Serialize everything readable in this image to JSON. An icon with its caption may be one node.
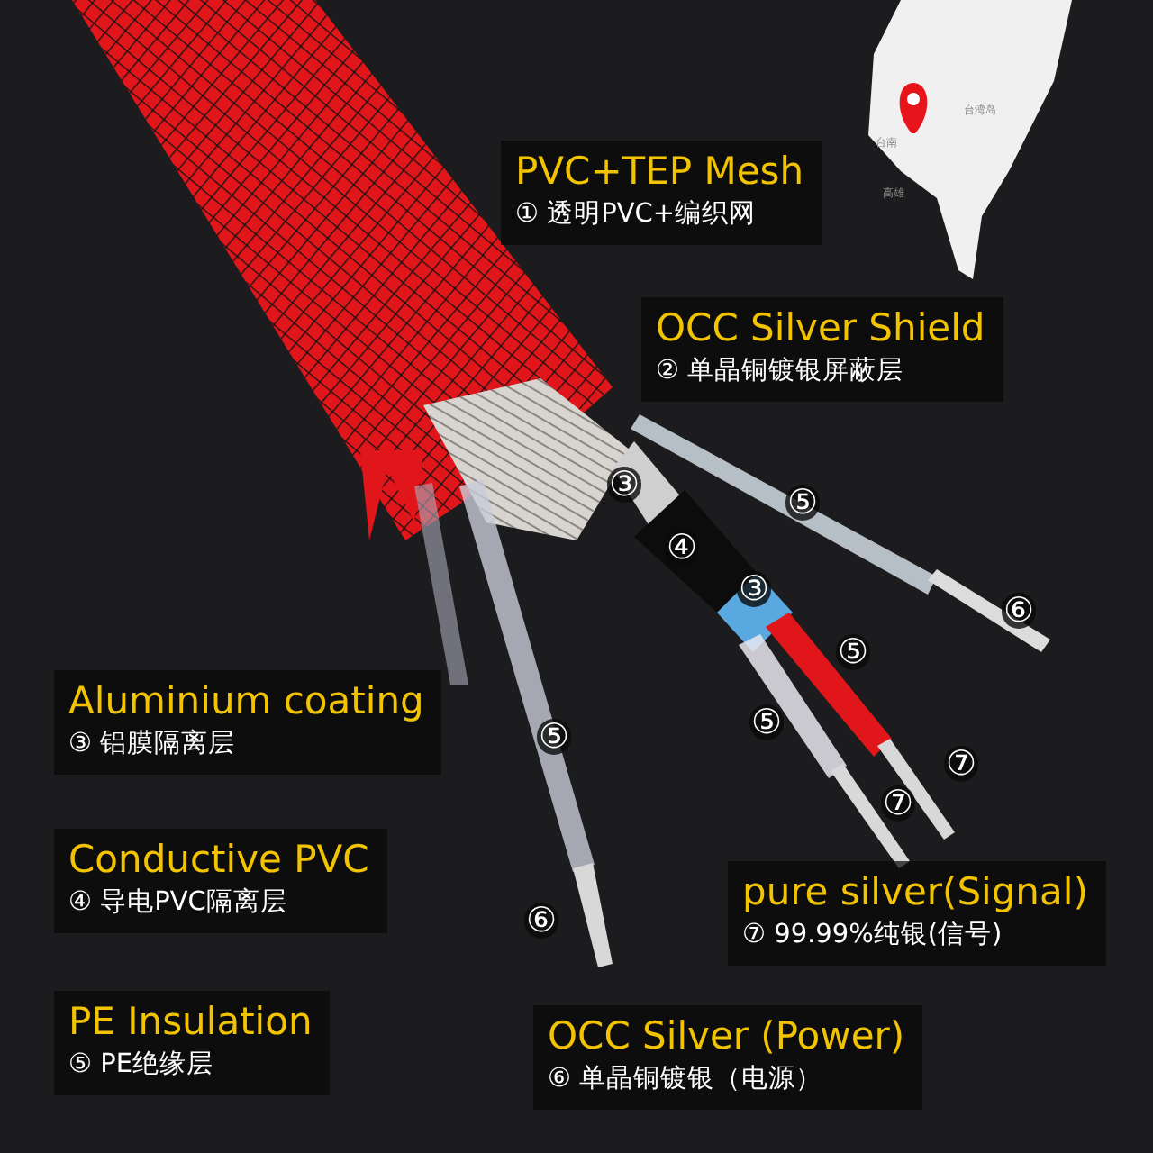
{
  "diagram": {
    "nodes": [
      {
        "text": [
          "PVC+TEP Mesh",
          "① 透明PVC+编织网"
        ]
      },
      {
        "text": [
          "OCC Silver Shield",
          "② 单晶铜镀银屏蔽层"
        ]
      },
      {
        "text": [
          "Aluminium coating",
          "③ 铝膜隔离层"
        ]
      },
      {
        "text": [
          "Conductive PVC",
          "④ 导电PVC隔离层"
        ]
      },
      {
        "text": [
          "pure silver(Signal)",
          "⑦ 99.99%纯银(信号)"
        ]
      },
      {
        "text": [
          "PE Insulation",
          "⑤  PE绝缘层"
        ]
      },
      {
        "text": [
          "OCC Silver (Power)",
          "⑥ 单晶铜镀银（电源）"
        ]
      }
    ],
    "labels": [
      "台湾岛",
      "台南",
      "高雄",
      "③",
      "⑤",
      "④",
      "③",
      "⑥",
      "⑤",
      "⑤",
      "⑤",
      "⑦",
      "⑦",
      "⑥"
    ]
  }
}
